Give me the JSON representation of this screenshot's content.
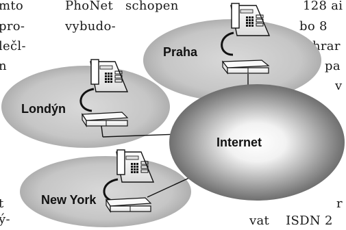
{
  "diagram": {
    "nodes": {
      "praha": "Praha",
      "londyn": "Londýn",
      "new_york": "New York",
      "internet": "Internet"
    }
  },
  "left_column": {
    "lines": [
      "mto",
      "pro-",
      "lečl-",
      "n",
      "t",
      "ý-"
    ]
  },
  "middle_column": {
    "lines": [
      "PhoNet schopen",
      "vybudo-"
    ]
  },
  "right_column": {
    "lines": [
      "128 ai",
      "bo 8",
      "hrar",
      "pa",
      "v",
      "r",
      "vat    ISDN 2"
    ]
  }
}
